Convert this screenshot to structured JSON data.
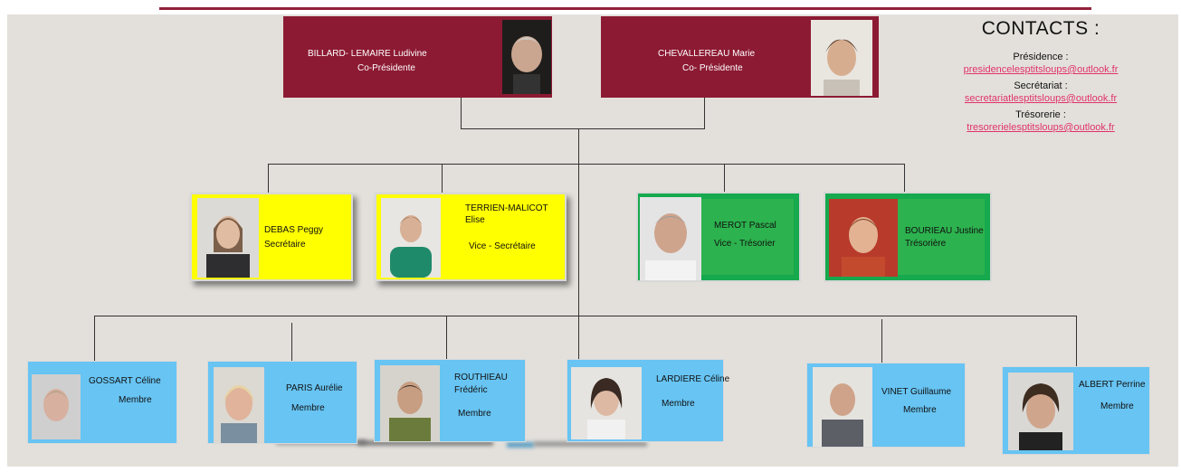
{
  "presidents": [
    {
      "name": "BILLARD- LEMAIRE Ludivine",
      "role": "Co-Présidente"
    },
    {
      "name": "CHEVALLEREAU Marie",
      "role": "Co- Présidente"
    }
  ],
  "officers": [
    {
      "name": "DEBAS Peggy",
      "role": "Secrétaire"
    },
    {
      "name": "TERRIEN-MALICOT",
      "name2": "Elise",
      "role": "Vice - Secrétaire"
    },
    {
      "name": "MEROT Pascal",
      "role": "Vice - Trésorier"
    },
    {
      "name": "BOURIEAU Justine",
      "role": "Trésorière"
    }
  ],
  "members": [
    {
      "name": "GOSSART Céline",
      "role": "Membre"
    },
    {
      "name": "PARIS Aurélie",
      "role": "Membre"
    },
    {
      "name": "ROUTHIEAU",
      "name2": "Frédéric",
      "role": "Membre"
    },
    {
      "name": "LARDIERE Céline",
      "role": "Membre"
    },
    {
      "name": "VINET Guillaume",
      "role": "Membre"
    },
    {
      "name": "ALBERT Perrine",
      "role": "Membre"
    }
  ],
  "contacts": {
    "title": "CONTACTS :",
    "items": [
      {
        "label": "Présidence :",
        "email": "presidencelesptitsloups@outlook.fr"
      },
      {
        "label": "Secrétariat :",
        "email": "secretariatlesptitsloups@outlook.fr"
      },
      {
        "label": "Trésorerie :",
        "email": "tresorerielesptitsloups@outlook.fr"
      }
    ]
  },
  "colors": {
    "president_box": "#8c1a33",
    "secretary_box": "#ffff00",
    "treasurer_box": "#2cb24e",
    "member_box": "#67c4f3",
    "email_link": "#e0336b"
  }
}
